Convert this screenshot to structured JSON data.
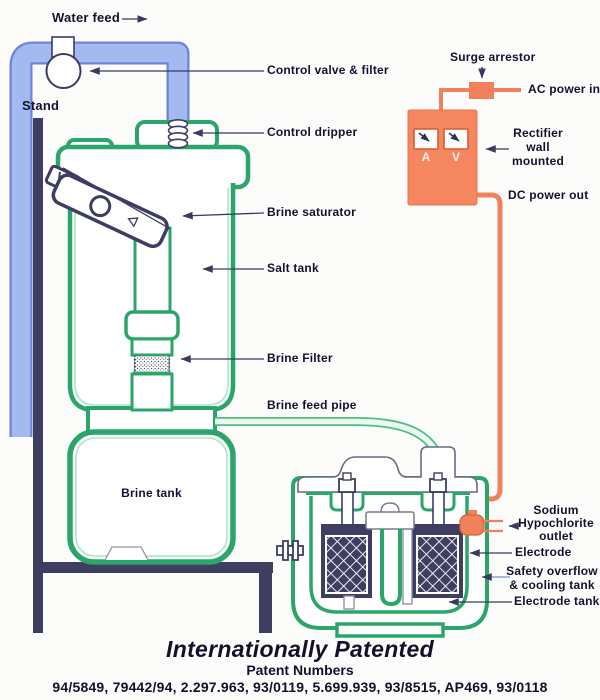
{
  "diagram": {
    "labels": {
      "water_feed": "Water feed",
      "stand": "Stand",
      "control_valve": "Control valve & filter",
      "control_dripper": "Control dripper",
      "brine_saturator": "Brine saturator",
      "salt_tank": "Salt tank",
      "brine_filter": "Brine Filter",
      "brine_feed_pipe": "Brine feed pipe",
      "brine_tank": "Brine tank",
      "surge_arrestor": "Surge arrestor",
      "ac_power_in": "AC power in",
      "rectifier": {
        "line1": "Rectifier",
        "line2": "wall",
        "line3": "mounted"
      },
      "dc_power_out": "DC power out",
      "sodium_outlet": {
        "line1": "Sodium",
        "line2": "Hypochlorite",
        "line3": "outlet"
      },
      "electrode": "Electrode",
      "safety_tank": {
        "line1": "Safety overflow",
        "line2": "& cooling tank"
      },
      "electrode_tank": "Electrode tank"
    },
    "rectifier_meters": {
      "ammeter": "A",
      "voltmeter": "V"
    },
    "colors": {
      "pipe_blue_fill": "#a3b9f0",
      "pipe_blue_edge": "#6d85d6",
      "tank_green": "#2ca56a",
      "stand_navy": "#3e3e62",
      "power_orange": "#f0815a",
      "label_text": "#12122e"
    }
  },
  "footer": {
    "title": "Internationally Patented",
    "subtitle": "Patent Numbers",
    "numbers": "94/5849, 79442/94, 2.297.963, 93/0119, 5.699.939, 93/8515, AP469, 93/0118"
  }
}
